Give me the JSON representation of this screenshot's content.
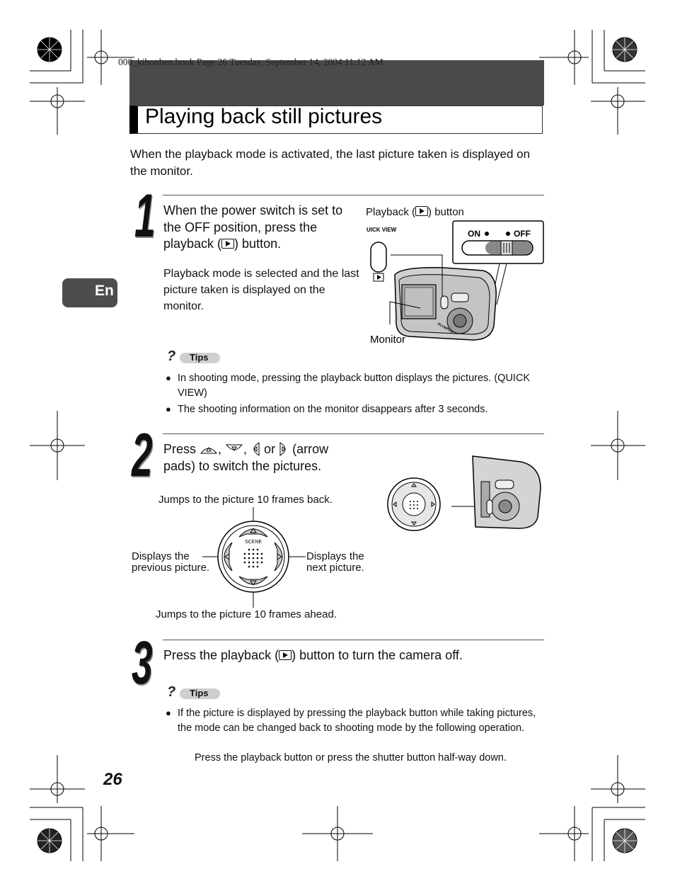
{
  "file_header": "000_kihonhen.book  Page 26  Tuesday, September 14, 2004  11:12 AM",
  "title": "Playing back still pictures",
  "intro": "When the playback mode is activated, the last picture taken is displayed on the monitor.",
  "language_tab": "En",
  "page_number": "26",
  "tips_label": "Tips",
  "steps": [
    {
      "number": "1",
      "instruction_pre": "When the power switch is set to the OFF position, press the playback (",
      "instruction_post": ") button.",
      "detail": "Playback mode is selected and the last picture taken is displayed on the monitor.",
      "figure": {
        "button_label_pre": "Playback (",
        "button_label_post": ") button",
        "quick_view": "QUICK VIEW",
        "on": "ON",
        "off": "OFF",
        "monitor_label": "Monitor",
        "brand": "OLYMPUS"
      },
      "tips": [
        "In shooting mode, pressing the playback button displays the pictures. (QUICK VIEW)",
        "The shooting information on the monitor disappears after 3 seconds."
      ]
    },
    {
      "number": "2",
      "instruction_press": "Press",
      "instruction_or": "or",
      "instruction_tail": "(arrow",
      "instruction_line2": "pads) to switch the pictures.",
      "callouts": {
        "up": "Jumps to the picture 10 frames back.",
        "left": "Displays the previous picture.",
        "right": "Displays the next picture.",
        "down": "Jumps to the picture 10 frames ahead."
      },
      "dial_label": "SCENE"
    },
    {
      "number": "3",
      "instruction_pre": "Press the playback (",
      "instruction_post": ") button to turn the camera off.",
      "tips": [
        "If the picture is displayed by pressing the playback button while taking pictures, the mode can be changed back to shooting mode by the following operation."
      ],
      "tip_note": "Press the playback button or press the shutter button half-way down."
    }
  ]
}
